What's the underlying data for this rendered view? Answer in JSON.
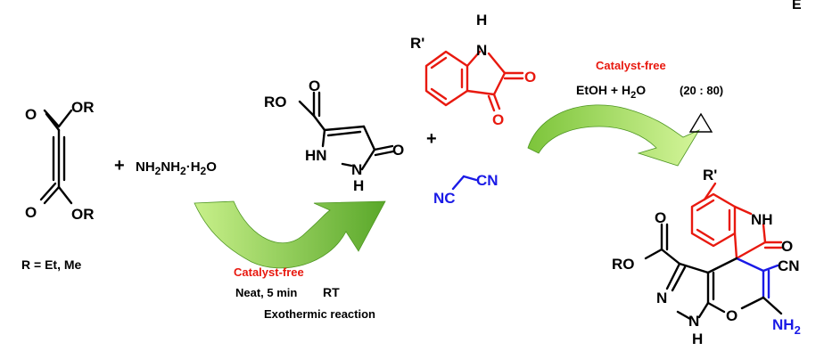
{
  "colors": {
    "black": "#000000",
    "red": "#e8190f",
    "blue": "#1a1ae6",
    "arrow_light": "#c8f08a",
    "arrow_dark": "#5aa82a"
  },
  "reagents": {
    "dialkyl_acetylenedicarboxylate": {
      "top_group": "OR",
      "bottom_group": "OR",
      "carbonyl_o": "O"
    },
    "r_definition": "R =  Et, Me",
    "plus": "+",
    "hydrazine": {
      "n": "NH",
      "sub2": "2",
      "nh2": "NH",
      "sub2b": "2",
      "dot": "·H",
      "h2o_sub": "2",
      "o": "O"
    }
  },
  "step1": {
    "catalyst_label": "Catalyst-free",
    "conditions_a": "Neat, 5 min",
    "conditions_rt": "RT",
    "conditions_b": "Exothermic reaction"
  },
  "pyrazolone": {
    "ro": "RO",
    "o_top": "O",
    "hn": "HN",
    "n": "N",
    "h": "H",
    "o_right": "O"
  },
  "isatin": {
    "r_prime": "R'",
    "h": "H",
    "n": "N",
    "o1": "O",
    "o2": "O"
  },
  "malononitrile": {
    "nc": "NC",
    "cn": "CN"
  },
  "plus2": "+",
  "step2": {
    "catalyst_label": "Catalyst-free",
    "solvent_a": "EtOH + H",
    "solvent_sub": "2",
    "solvent_b": "O",
    "ratio": "(20 : 80)"
  },
  "product": {
    "r_prime": "R'",
    "nh": "NH",
    "o_lactam": "O",
    "cn": "CN",
    "o_ester": "O",
    "ro": "RO",
    "n1": "N",
    "n2": "N",
    "h": "H",
    "o_pyran": "O",
    "nh2_sub": "2"
  },
  "corner_mark": "E"
}
